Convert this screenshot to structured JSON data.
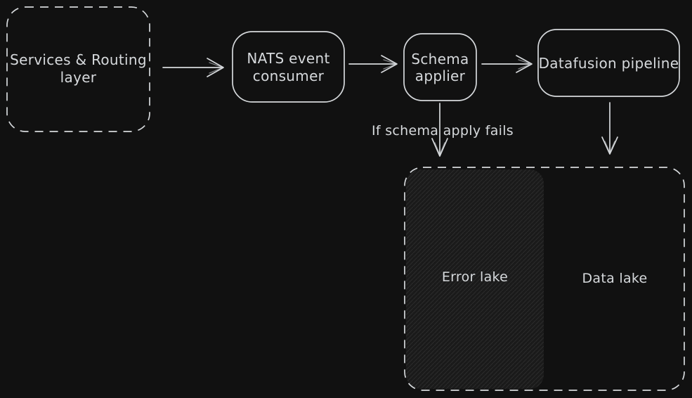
{
  "colors": {
    "background": "#111111",
    "stroke": "#d6d9dc",
    "hatch_base": "#1a1a1a",
    "hatch_line": "#2b2b2b"
  },
  "nodes": {
    "services": {
      "label": "Services & Routing layer"
    },
    "nats": {
      "label": "NATS event consumer"
    },
    "schema": {
      "label": "Schema applier"
    },
    "datafusion": {
      "label": "Datafusion pipeline"
    },
    "error_lake": {
      "label": "Error lake"
    },
    "data_lake": {
      "label": "Data lake"
    }
  },
  "edges": [
    {
      "from": "services",
      "to": "nats",
      "label": ""
    },
    {
      "from": "nats",
      "to": "schema",
      "label": ""
    },
    {
      "from": "schema",
      "to": "datafusion",
      "label": ""
    },
    {
      "from": "schema",
      "to": "error_lake",
      "label": "If schema apply fails"
    },
    {
      "from": "datafusion",
      "to": "data_lake",
      "label": ""
    }
  ]
}
